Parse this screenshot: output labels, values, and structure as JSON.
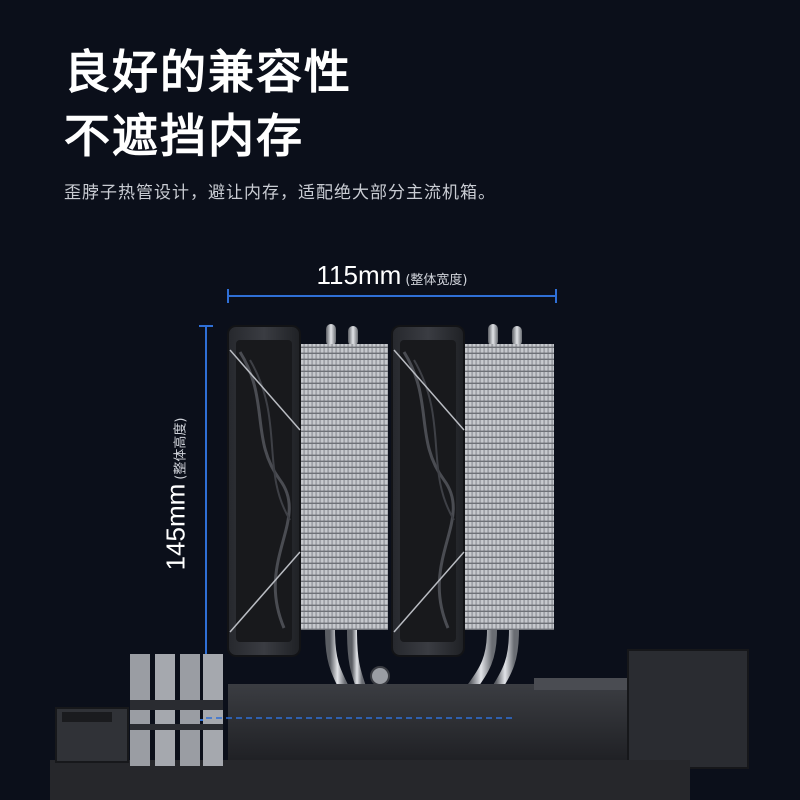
{
  "heading": {
    "line1": "良好的兼容性",
    "line2": "不遮挡内存"
  },
  "description": "歪脖子热管设计，避让内存，适配绝大部分主流机箱。",
  "dimensions": {
    "width_value": "115mm",
    "width_note": "(整体宽度)",
    "height_value": "145mm",
    "height_note": "(整体高度)"
  },
  "colors": {
    "background": "#0b0f1a",
    "accent": "#2f6fd6",
    "text": "#ffffff"
  }
}
